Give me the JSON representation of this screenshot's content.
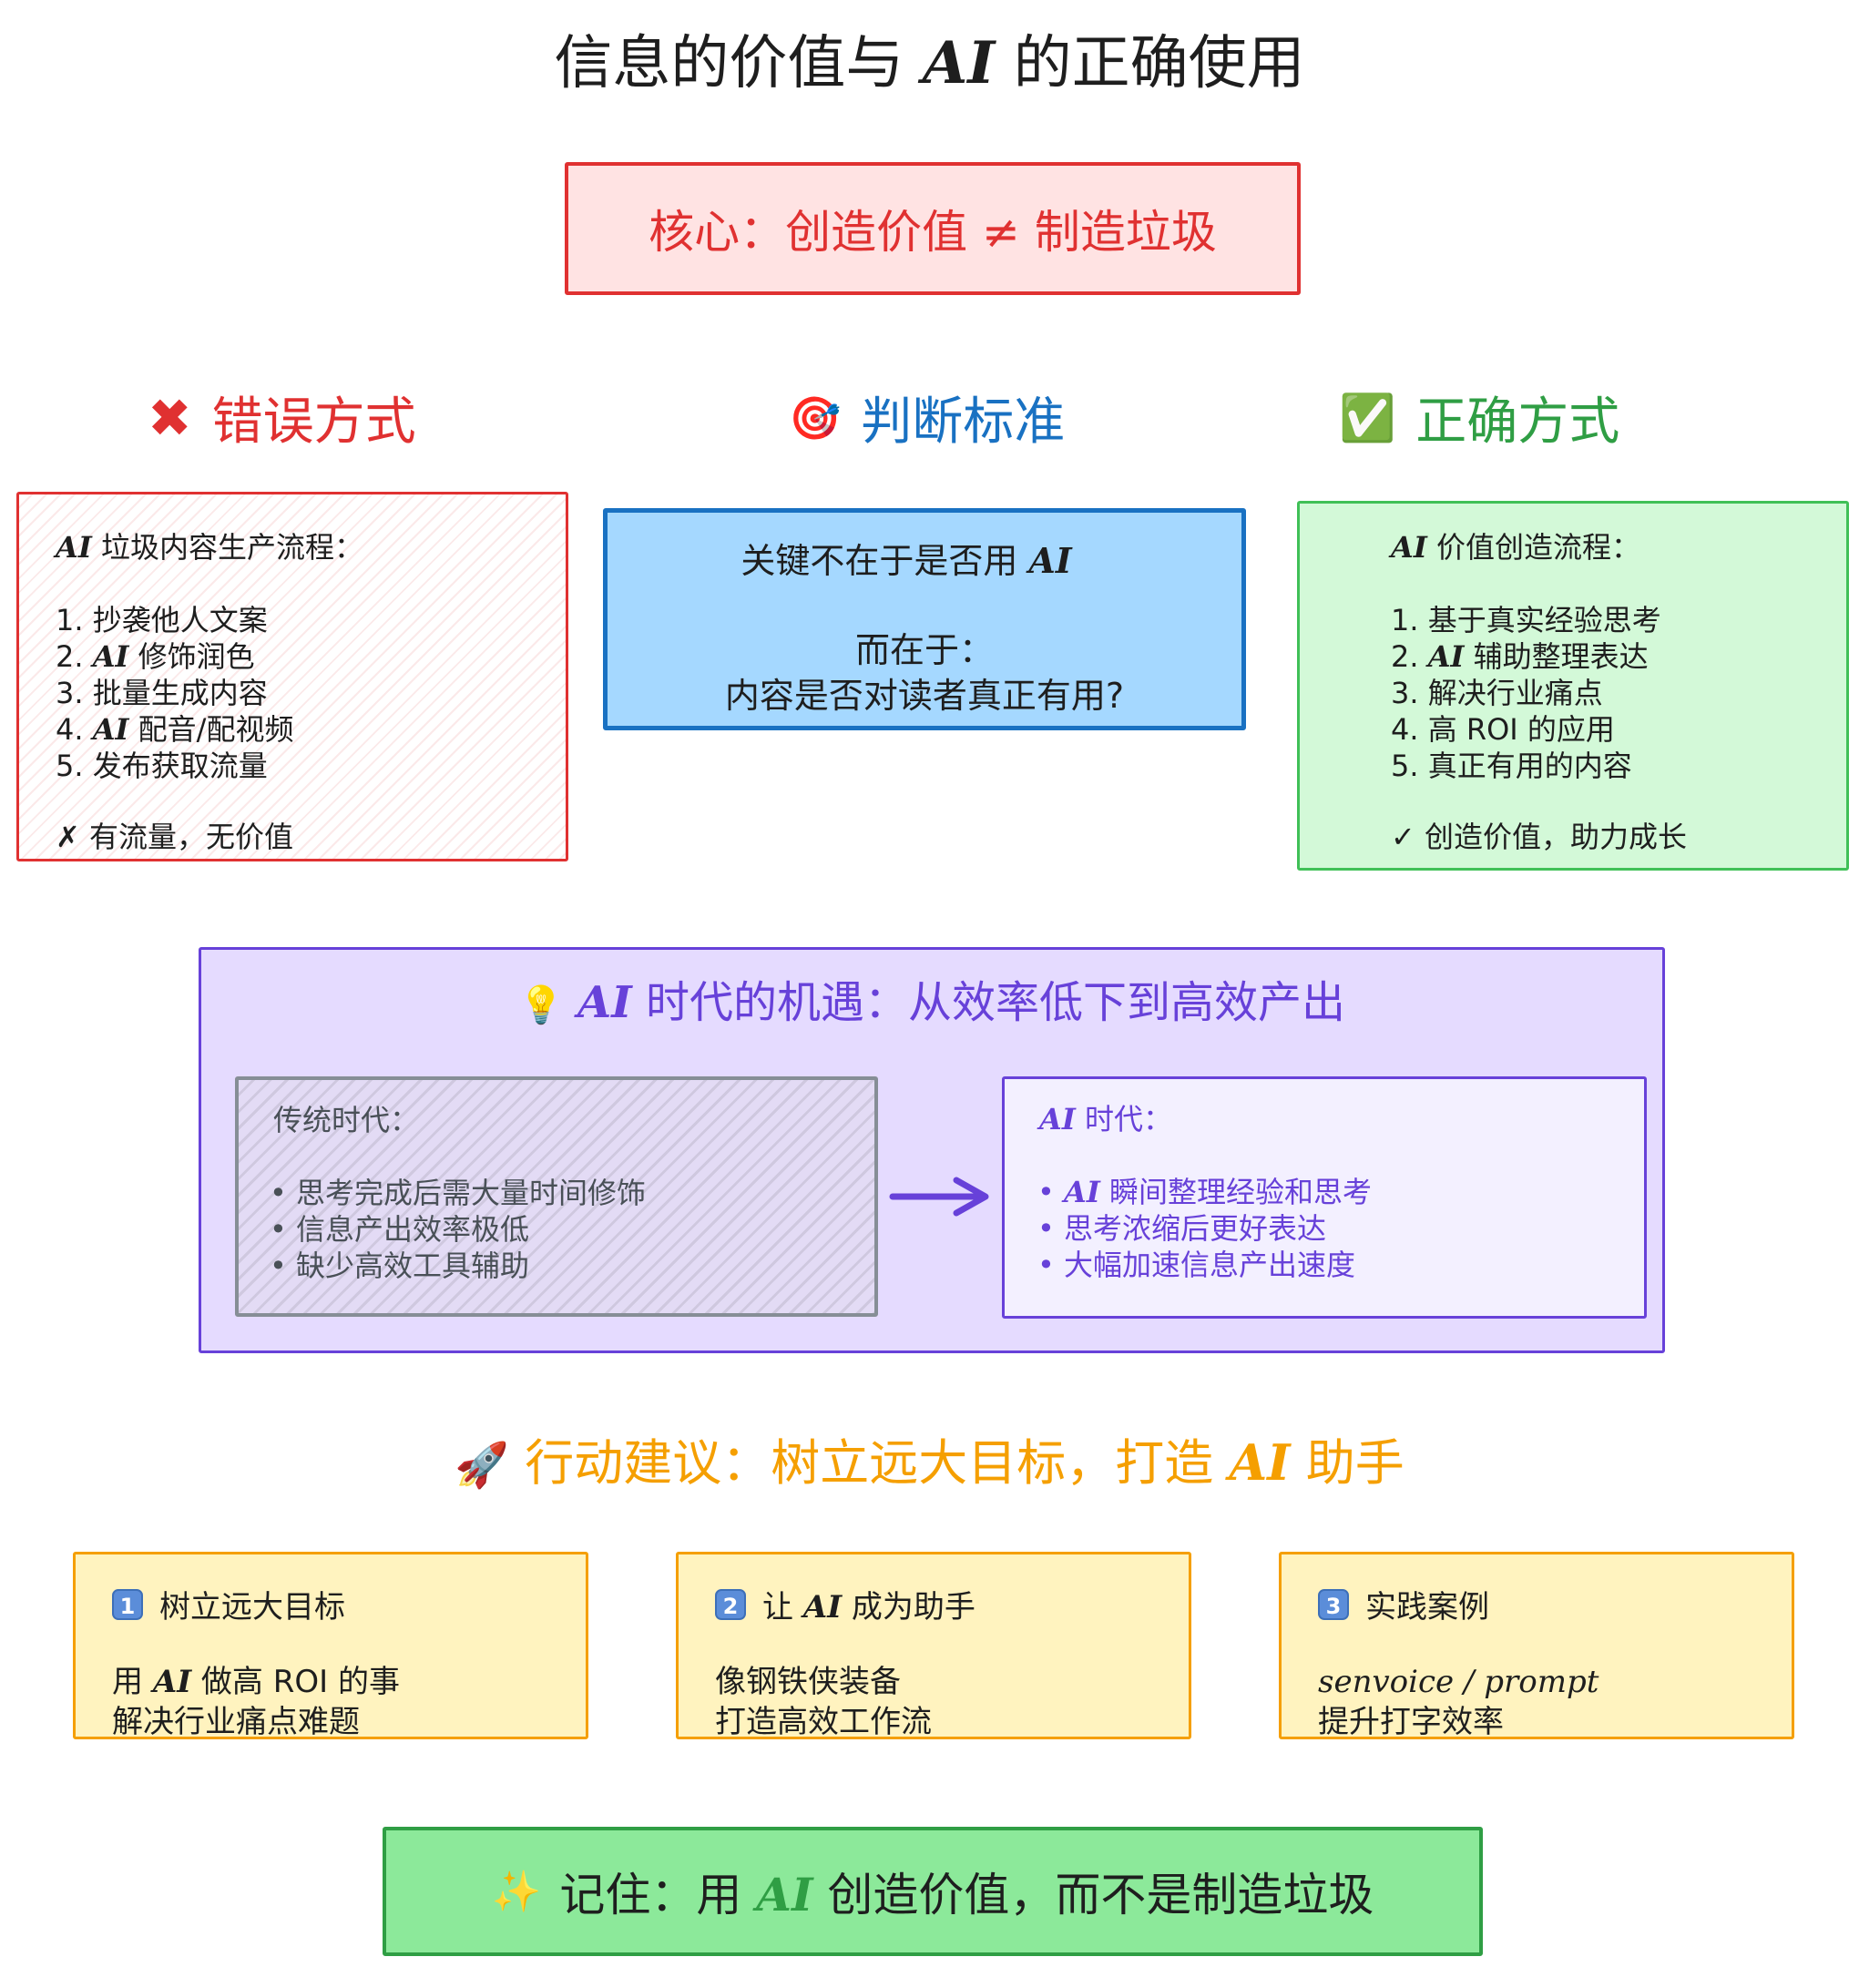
{
  "title": {
    "pre": "信息的价值与",
    "ai": "AI",
    "post": "的正确使用"
  },
  "core": "核心：创造价值 ≠ 制造垃圾",
  "columns": {
    "wrong": {
      "icon": "✖",
      "label": "错误方式",
      "color": "#e03131"
    },
    "judge": {
      "icon": "🎯",
      "label": "判断标准",
      "color": "#1971c2"
    },
    "right": {
      "icon": "✅",
      "label": "正确方式",
      "color": "#2f9e44"
    }
  },
  "wrong_box": {
    "heading_ai": "AI",
    "heading": "垃圾内容生产流程：",
    "items": [
      {
        "n": "1.",
        "ai": "",
        "text": "抄袭他人文案"
      },
      {
        "n": "2.",
        "ai": "AI",
        "text": "修饰润色"
      },
      {
        "n": "3.",
        "ai": "",
        "text": "批量生成内容"
      },
      {
        "n": "4.",
        "ai": "AI",
        "text": "配音/配视频"
      },
      {
        "n": "5.",
        "ai": "",
        "text": "发布获取流量"
      }
    ],
    "conclusion_mark": "✗",
    "conclusion": "有流量，无价值"
  },
  "judge_box": {
    "line1_pre": "关键不在于是否用",
    "line1_ai": "AI",
    "line2": "而在于：",
    "line3": "内容是否对读者真正有用?"
  },
  "right_box": {
    "heading_ai": "AI",
    "heading": "价值创造流程：",
    "items": [
      {
        "n": "1.",
        "ai": "",
        "text": "基于真实经验思考"
      },
      {
        "n": "2.",
        "ai": "AI",
        "text": "辅助整理表达"
      },
      {
        "n": "3.",
        "ai": "",
        "text": "解决行业痛点"
      },
      {
        "n": "4.",
        "ai": "",
        "text": "高 ROI 的应用"
      },
      {
        "n": "5.",
        "ai": "",
        "text": "真正有用的内容"
      }
    ],
    "conclusion_mark": "✓",
    "conclusion": "创造价值，助力成长"
  },
  "opportunity": {
    "icon": "💡",
    "title_ai": "AI",
    "title": "时代的机遇：从效率低下到高效产出",
    "traditional": {
      "heading": "传统时代：",
      "items": [
        "思考完成后需大量时间修饰",
        "信息产出效率极低",
        "缺少高效工具辅助"
      ]
    },
    "ai_era": {
      "heading_ai": "AI",
      "heading": "时代：",
      "items": [
        {
          "ai": "AI",
          "text": "瞬间整理经验和思考"
        },
        {
          "ai": "",
          "text": "思考浓缩后更好表达"
        },
        {
          "ai": "",
          "text": "大幅加速信息产出速度"
        }
      ]
    }
  },
  "action": {
    "icon": "🚀",
    "title_pre": "行动建议：树立远大目标，打造",
    "title_ai": "AI",
    "title_post": "助手"
  },
  "cards": [
    {
      "num": "1",
      "head_pre": "树立远大目标",
      "head_ai": "",
      "head_post": "",
      "line1_pre": "用",
      "line1_ai": "AI",
      "line1_post": "做高 ROI 的事",
      "line2": "解决行业痛点难题"
    },
    {
      "num": "2",
      "head_pre": "让",
      "head_ai": "AI",
      "head_post": "成为助手",
      "line1_pre": "像钢铁侠装备",
      "line1_ai": "",
      "line1_post": "",
      "line2": "打造高效工作流"
    },
    {
      "num": "3",
      "head_pre": "实践案例",
      "head_ai": "",
      "head_post": "",
      "line1_pre": "senvoice / prompt",
      "line1_ai": "",
      "line1_post": "",
      "line2": "提升打字效率"
    }
  ],
  "remember": {
    "icon": "✨",
    "pre": "记住：用",
    "ai": "AI",
    "post": "创造价值，而不是制造垃圾"
  }
}
